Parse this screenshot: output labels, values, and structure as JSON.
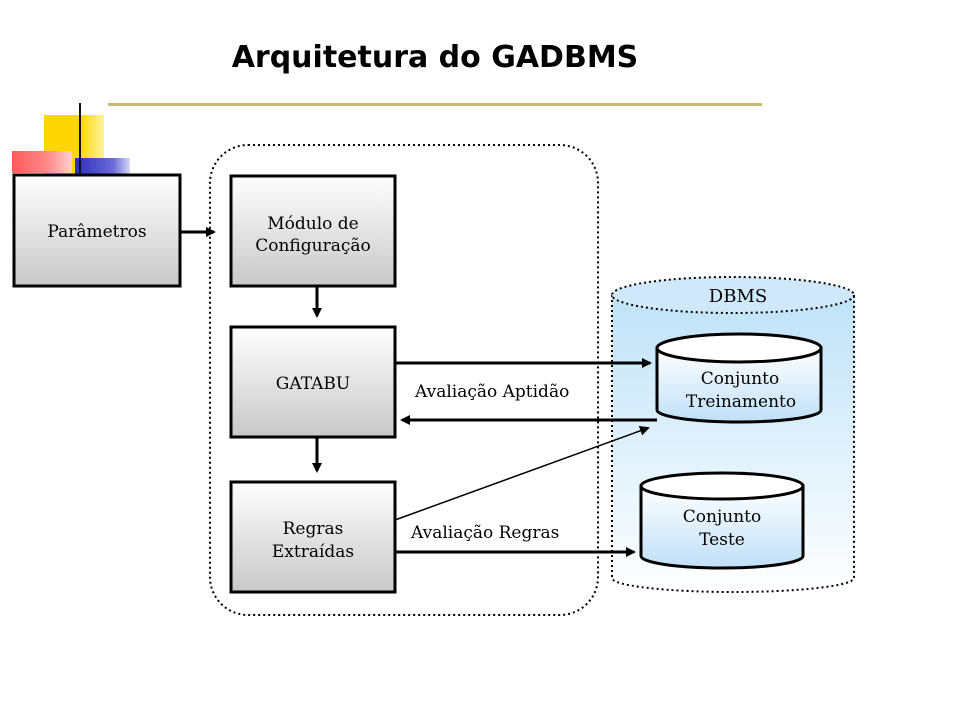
{
  "title": "Arquitetura do GADBMS",
  "colors": {
    "box_fill_top": "#ffffff",
    "box_fill_bottom": "#c8c8c8",
    "db_fill_top": "#ffffff",
    "db_fill_bottom": "#bfe0f7",
    "title_rule": "#c8b878",
    "deco_yellow": "#ffd700",
    "deco_red": "#ff5a5a",
    "deco_blue": "#2d2dbd"
  },
  "diagram": {
    "nodes": {
      "parametros": {
        "lines": [
          "Parâmetros"
        ]
      },
      "modulo": {
        "lines": [
          "Módulo de",
          "Configuração"
        ]
      },
      "gatabu": {
        "lines": [
          "GATABU"
        ]
      },
      "regras": {
        "lines": [
          "Regras",
          "Extraídas"
        ]
      },
      "dbms": {
        "label": "DBMS"
      },
      "conjunto_treinamento": {
        "lines": [
          "Conjunto",
          "Treinamento"
        ]
      },
      "conjunto_teste": {
        "lines": [
          "Conjunto",
          "Teste"
        ]
      }
    },
    "edges": {
      "avaliacao_aptidao": "Avaliação Aptidão",
      "avaliacao_regras": "Avaliação Regras"
    }
  }
}
